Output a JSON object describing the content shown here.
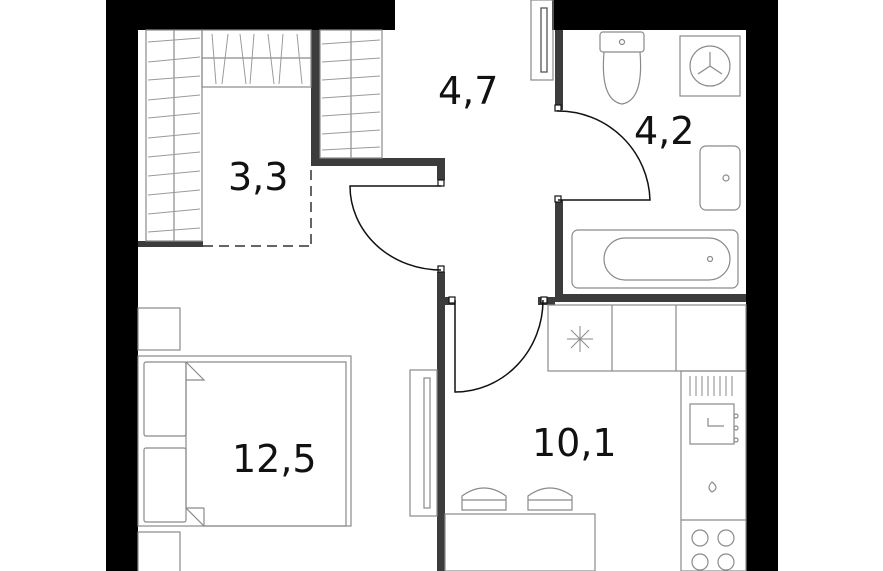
{
  "rooms": {
    "wardrobe": {
      "area": "3,3"
    },
    "hallway": {
      "area": "4,7"
    },
    "bathroom": {
      "area": "4,2"
    },
    "bedroom": {
      "area": "12,5"
    },
    "kitchen": {
      "area": "10,1"
    }
  },
  "colors": {
    "wall": "#000000",
    "partition": "#3c3c3c",
    "furniture": "#8a8a8a",
    "text": "#111111",
    "background": "#ffffff"
  }
}
